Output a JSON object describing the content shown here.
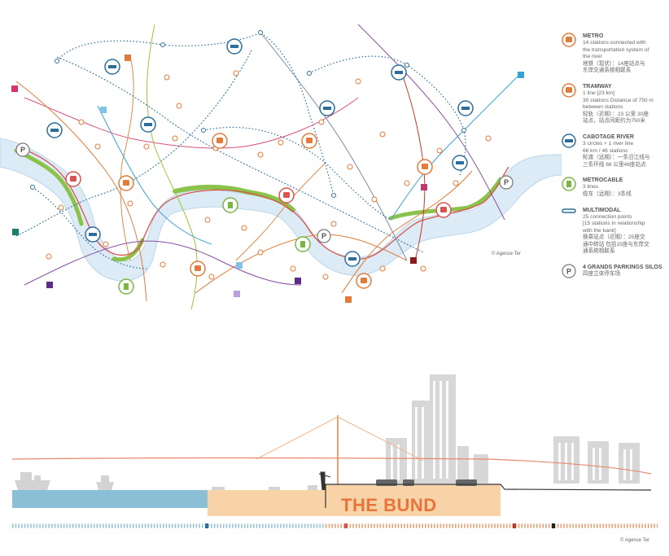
{
  "legend": {
    "metro": {
      "title": "METRO",
      "line1": "14 stations connected with",
      "line2": "the transportation system of",
      "line3": "the river",
      "cn1": "地铁（现状）：14座站点与",
      "cn2": "东岸交通系统相联系"
    },
    "tramway": {
      "title": "TRAMWAY",
      "line1": "1 line [23 km]",
      "line2": "30 stations Distance of 750 m",
      "line3": "between stations",
      "cn1": "轻轨（近期）：23 公里 30座",
      "cn2": "站点，站点间距约为750米"
    },
    "cabotage": {
      "title": "CABOTAGE RIVER",
      "line1": "3 circles + 1 river line",
      "line2": "66 km / 46 stations",
      "cn1": "轮渡（远期）：一条沿江线与",
      "cn2": "三条环线 66 公里46座站点"
    },
    "metrocable": {
      "title": "METROCABLE",
      "line1": "3 lines",
      "cn1": "缆车（远期）：3条线"
    },
    "multimodal": {
      "title": "MULTIMODAL",
      "line1": "25 connection points",
      "line2": "[15 stations in relationship",
      "line3": "with the bank]",
      "cn1": "换乘站点（近期）：25座交",
      "cn2": "通中转站 包括15座与东岸交",
      "cn3": "通系统相联系"
    },
    "parking": {
      "title": "4 GRANDS PARKINGS SILOS",
      "cn1": "四座立体停车场",
      "icon_letter": "P"
    }
  },
  "credits": {
    "map": "© Agence Ter",
    "section": "© Agence Ter"
  },
  "section": {
    "label": "THE BUND"
  },
  "map": {
    "parking_letter": "P"
  },
  "colors": {
    "metro": "#e07b3a",
    "tram": "#d9534f",
    "cabotage": "#2c6e9b",
    "metrocable": "#7ab642",
    "river": "#dcebf5",
    "park": "#8bc34a",
    "bund": "#f9d3a8",
    "bund_text": "#e8743b",
    "water_section": "#8bbfd6"
  }
}
